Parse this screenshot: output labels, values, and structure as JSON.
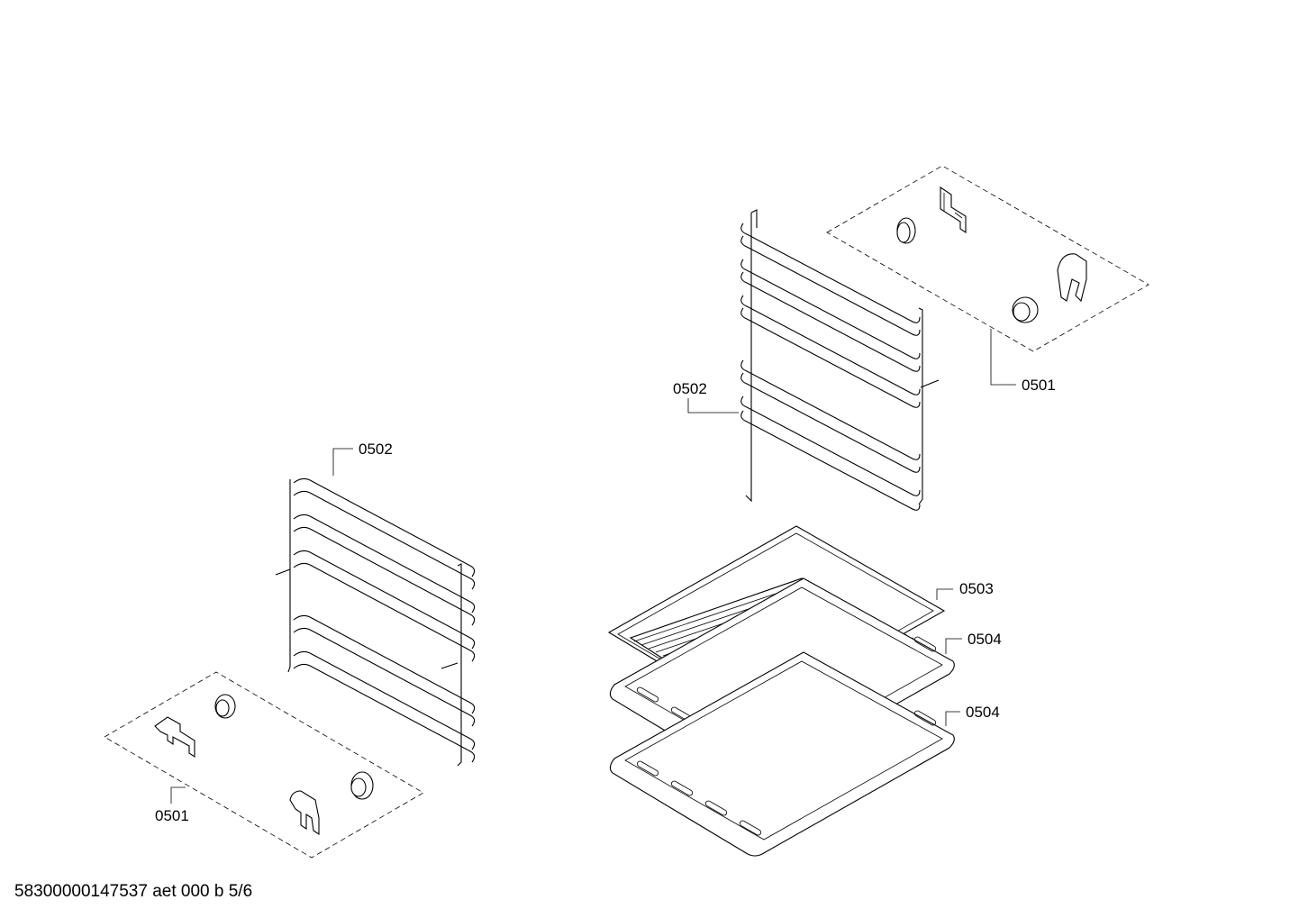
{
  "diagram": {
    "callouts": {
      "top_right_clips": "0501",
      "top_right_rack": "0502",
      "left_rack": "0502",
      "left_clips": "0501",
      "wire_shelf": "0503",
      "tray_upper": "0504",
      "tray_lower": "0504"
    },
    "footer": "58300000147537 aet 000 b 5/6"
  }
}
